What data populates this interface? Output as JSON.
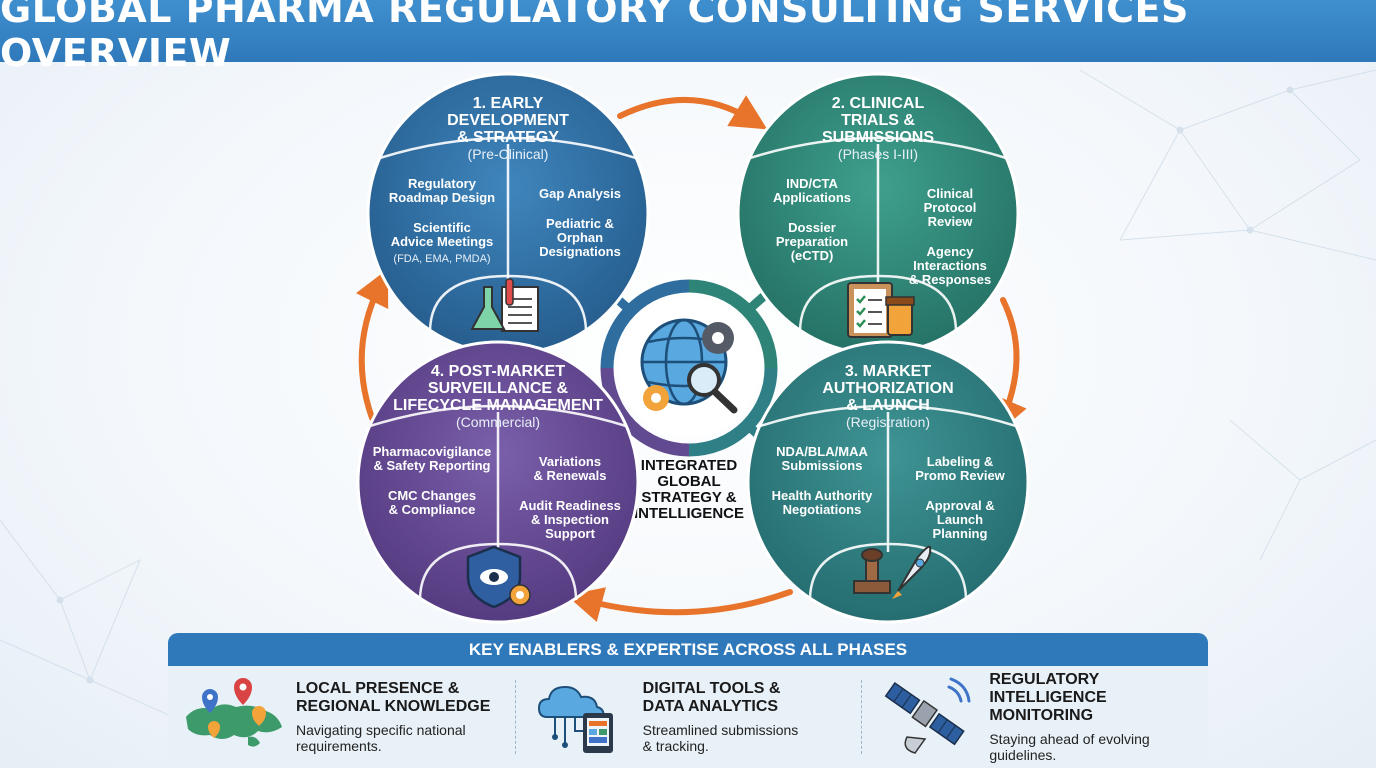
{
  "title": "GLOBAL PHARMA REGULATORY CONSULTING SERVICES OVERVIEW",
  "colors": {
    "blue": "#2f6d9f",
    "teal": "#2e8577",
    "purple": "#624a90",
    "orange": "#e8742b",
    "title_bar": "#2f79bb"
  },
  "phases": [
    {
      "title": [
        "1. EARLY",
        "DEVELOPMENT",
        "& STRATEGY"
      ],
      "subtitle": "(Pre-Clinical)",
      "left_items": [
        [
          "Regulatory",
          "Roadmap Design"
        ],
        [
          "Scientific",
          "Advice Meetings"
        ]
      ],
      "left_note": "(FDA, EMA, PMDA)",
      "right_items": [
        [
          "Gap Analysis"
        ],
        [
          "Pediatric &",
          "Orphan",
          "Designations"
        ]
      ],
      "icon": "lab-document-icon"
    },
    {
      "title": [
        "2. CLINICAL",
        "TRIALS &",
        "SUBMISSIONS"
      ],
      "subtitle": "(Phases I-III)",
      "left_items": [
        [
          "IND/CTA",
          "Applications"
        ],
        [
          "Dossier",
          "Preparation",
          "(eCTD)"
        ]
      ],
      "right_items": [
        [
          "Clinical",
          "Protocol",
          "Review"
        ],
        [
          "Agency",
          "Interactions",
          "& Responses"
        ]
      ],
      "icon": "clipboard-medicine-icon"
    },
    {
      "title": [
        "3. MARKET",
        "AUTHORIZATION",
        "& LAUNCH"
      ],
      "subtitle": "(Registration)",
      "left_items": [
        [
          "NDA/BLA/MAA",
          "Submissions"
        ],
        [
          "Health Authority",
          "Negotiations"
        ]
      ],
      "right_items": [
        [
          "Labeling &",
          "Promo Review"
        ],
        [
          "Approval &",
          "Launch",
          "Planning"
        ]
      ],
      "icon": "stamp-rocket-icon"
    },
    {
      "title": [
        "4. POST-MARKET",
        "SURVEILLANCE &",
        "LIFECYCLE MANAGEMENT"
      ],
      "subtitle": "(Commercial)",
      "left_items": [
        [
          "Pharmacovigilance",
          "& Safety Reporting"
        ],
        [
          "CMC Changes",
          "& Compliance"
        ]
      ],
      "right_items": [
        [
          "Variations",
          "& Renewals"
        ],
        [
          "Audit Readiness",
          "& Inspection",
          "Support"
        ]
      ],
      "icon": "shield-eye-icon"
    }
  ],
  "center": {
    "label": [
      "INTEGRATED",
      "GLOBAL",
      "STRATEGY &",
      "INTELLIGENCE"
    ],
    "icon": "globe-gears-magnifier-icon"
  },
  "enablers": {
    "heading": "KEY ENABLERS & EXPERTISE ACROSS ALL PHASES",
    "items": [
      {
        "title": "LOCAL PRESENCE &\nREGIONAL KNOWLEDGE",
        "desc": "Navigating specific national\nrequirements.",
        "icon": "world-map-pins-icon"
      },
      {
        "title": "DIGITAL TOOLS &\nDATA ANALYTICS",
        "desc": "Streamlined submissions\n& tracking.",
        "icon": "cloud-tablet-icon"
      },
      {
        "title": "REGULATORY INTELLIGENCE\nMONITORING",
        "desc": "Staying ahead of evolving\nguidelines.",
        "icon": "satellite-icon"
      }
    ]
  }
}
